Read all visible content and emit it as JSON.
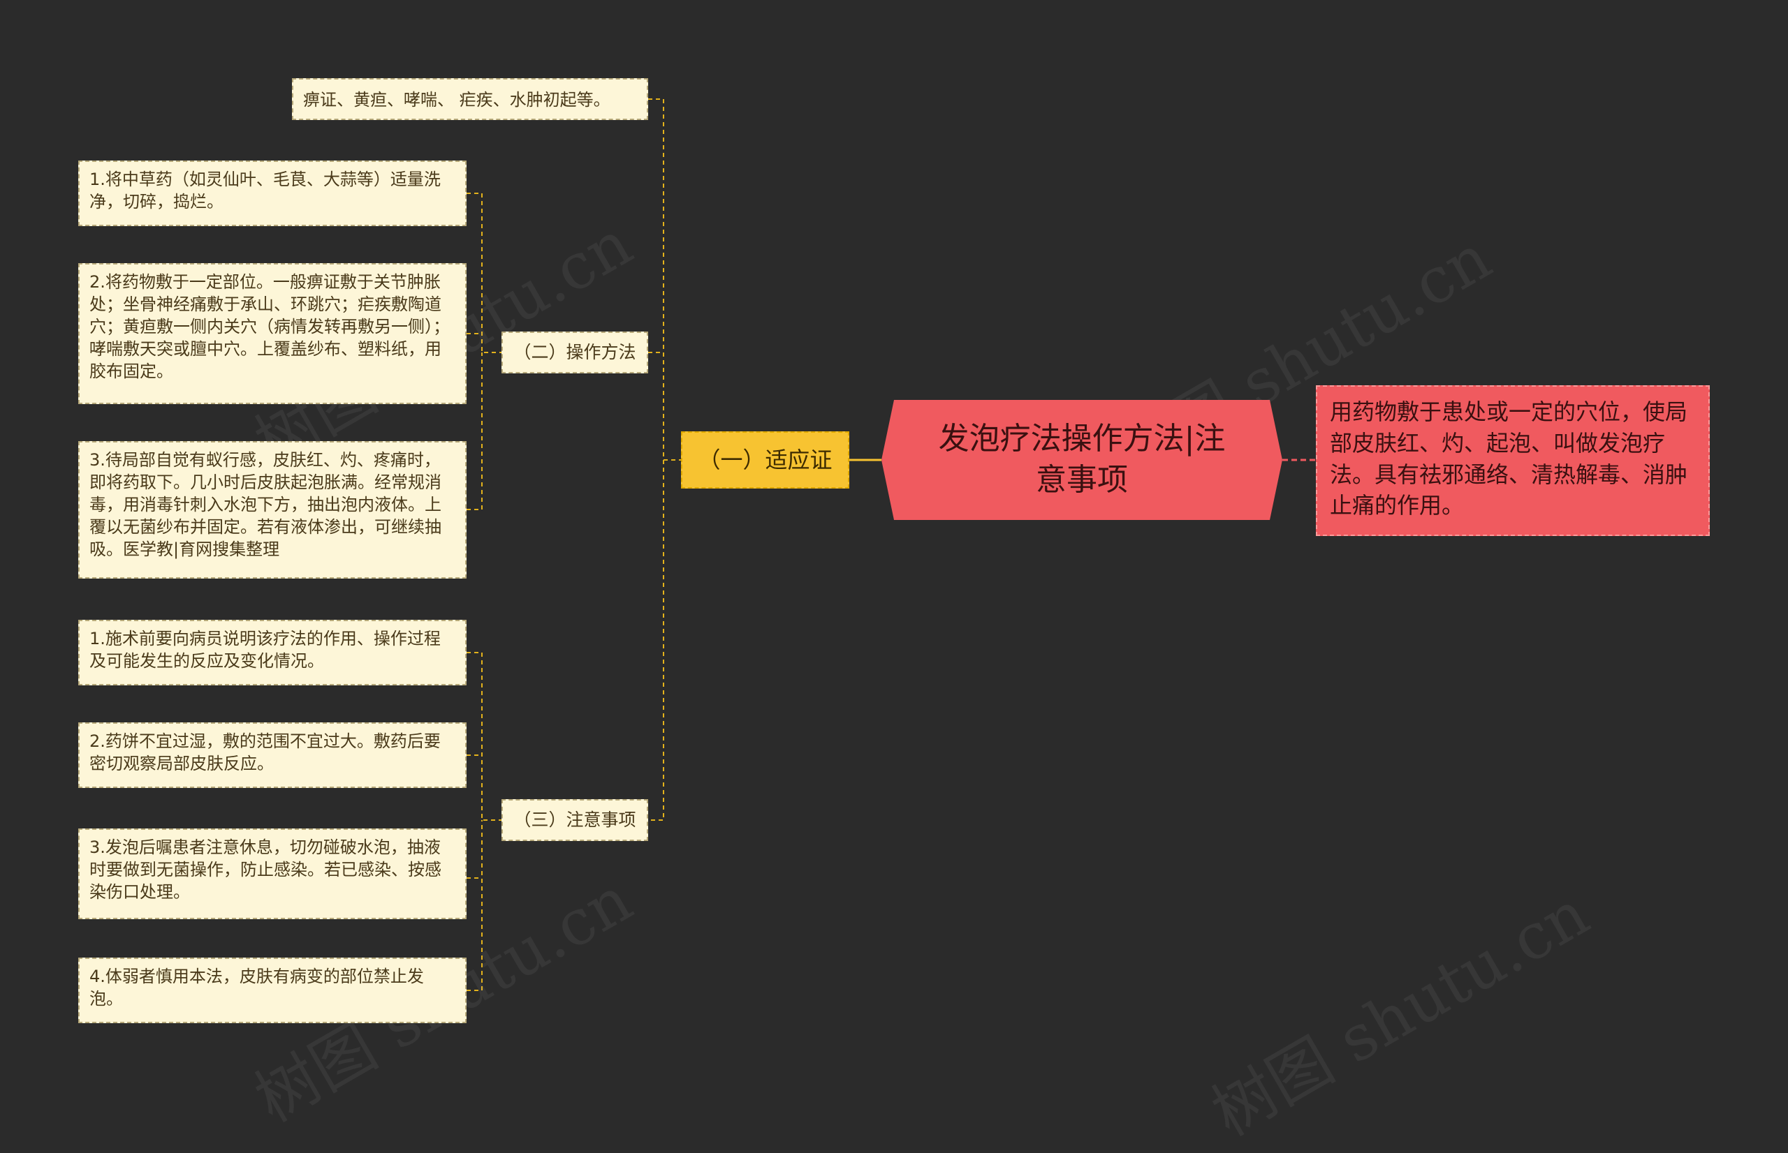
{
  "root": {
    "title": "发泡疗法操作方法|注意事项"
  },
  "description": "用药物敷于患处或一定的穴位，使局部皮肤红、灼、起泡、叫做发泡疗法。具有祛邪通络、清热解毒、消肿止痛的作用。",
  "primary": {
    "label": "（一）适应证"
  },
  "indication": "痹证、黄疸、哮喘、 疟疾、水肿初起等。",
  "methods": {
    "label": "（二）操作方法",
    "items": [
      "1.将中草药（如灵仙叶、毛茛、大蒜等）适量洗净，切碎，捣烂。",
      "2.将药物敷于一定部位。一般痹证敷于关节肿胀处；坐骨神经痛敷于承山、环跳穴；疟疾敷陶道穴；黄疸敷一侧内关穴（病情发转再敷另一侧）；哮喘敷天突或膻中穴。上覆盖纱布、塑料纸，用胶布固定。",
      "3.待局部自觉有蚁行感，皮肤红、灼、疼痛时，即将药取下。几小时后皮肤起泡胀满。经常规消毒，用消毒针刺入水泡下方，抽出泡内液体。上覆以无菌纱布并固定。若有液体渗出，可继续抽吸。医学教|育网搜集整理"
    ]
  },
  "cautions": {
    "label": "（三）注意事项",
    "items": [
      "1.施术前要向病员说明该疗法的作用、操作过程及可能发生的反应及变化情况。",
      "2.药饼不宜过湿，敷的范围不宜过大。敷药后要密切观察局部皮肤反应。",
      "3.发泡后嘱患者注意休息，切勿碰破水泡，抽液时要做到无菌操作，防止感染。若已感染、按感染伤口处理。",
      "4.体弱者慎用本法，皮肤有病变的部位禁止发泡。"
    ]
  },
  "watermark": "树图 shutu.cn",
  "colors": {
    "background": "#2b2b2b",
    "root": "#f05a5f",
    "primary": "#f7c331",
    "leaf": "#fdf6d8",
    "connector_yellow": "#e3b21c",
    "connector_red": "#f05a5f"
  }
}
